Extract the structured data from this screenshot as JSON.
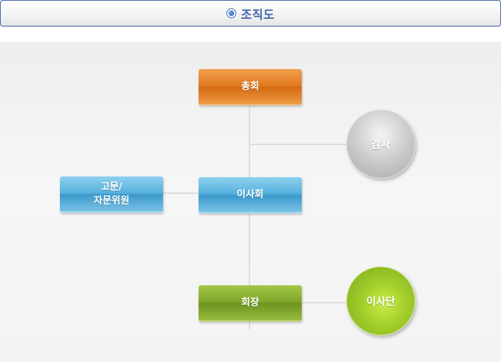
{
  "header": {
    "title": "조직도",
    "bullet_icon": "radio-bullet-icon",
    "accent_color": "#3f66b0"
  },
  "org_chart": {
    "general_meeting": "총회",
    "auditor": "감사",
    "board_of_directors": "이사회",
    "advisory_line1": "고문/",
    "advisory_line2": "자문위원",
    "chairman": "회장",
    "directors_group": "이사단",
    "colors": {
      "general_meeting": "#e07820",
      "board": "#55b0dc",
      "advisory": "#55b0dc",
      "chairman": "#7ea62a",
      "auditor": "#bdbdbd",
      "directors_group": "#a4d02c"
    }
  }
}
